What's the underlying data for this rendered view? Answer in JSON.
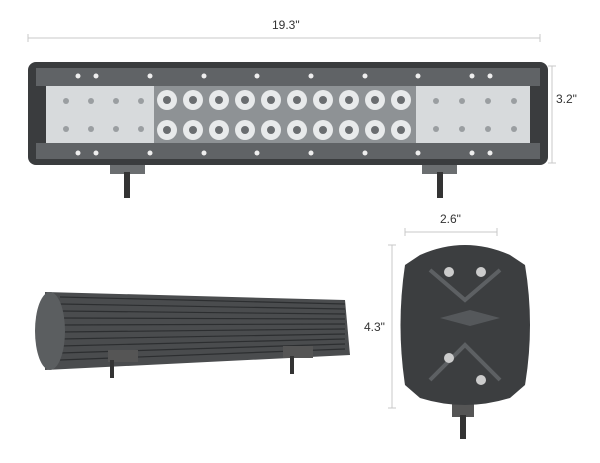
{
  "dimensions": {
    "bar_length": "19.3\"",
    "bar_height": "3.2\"",
    "end_width": "2.6\"",
    "end_height": "4.3\""
  },
  "colors": {
    "housing": "#3a3c3e",
    "frame": "#55585b",
    "lens": "#cfd2d4",
    "dimension_line": "#c8c8c8"
  }
}
